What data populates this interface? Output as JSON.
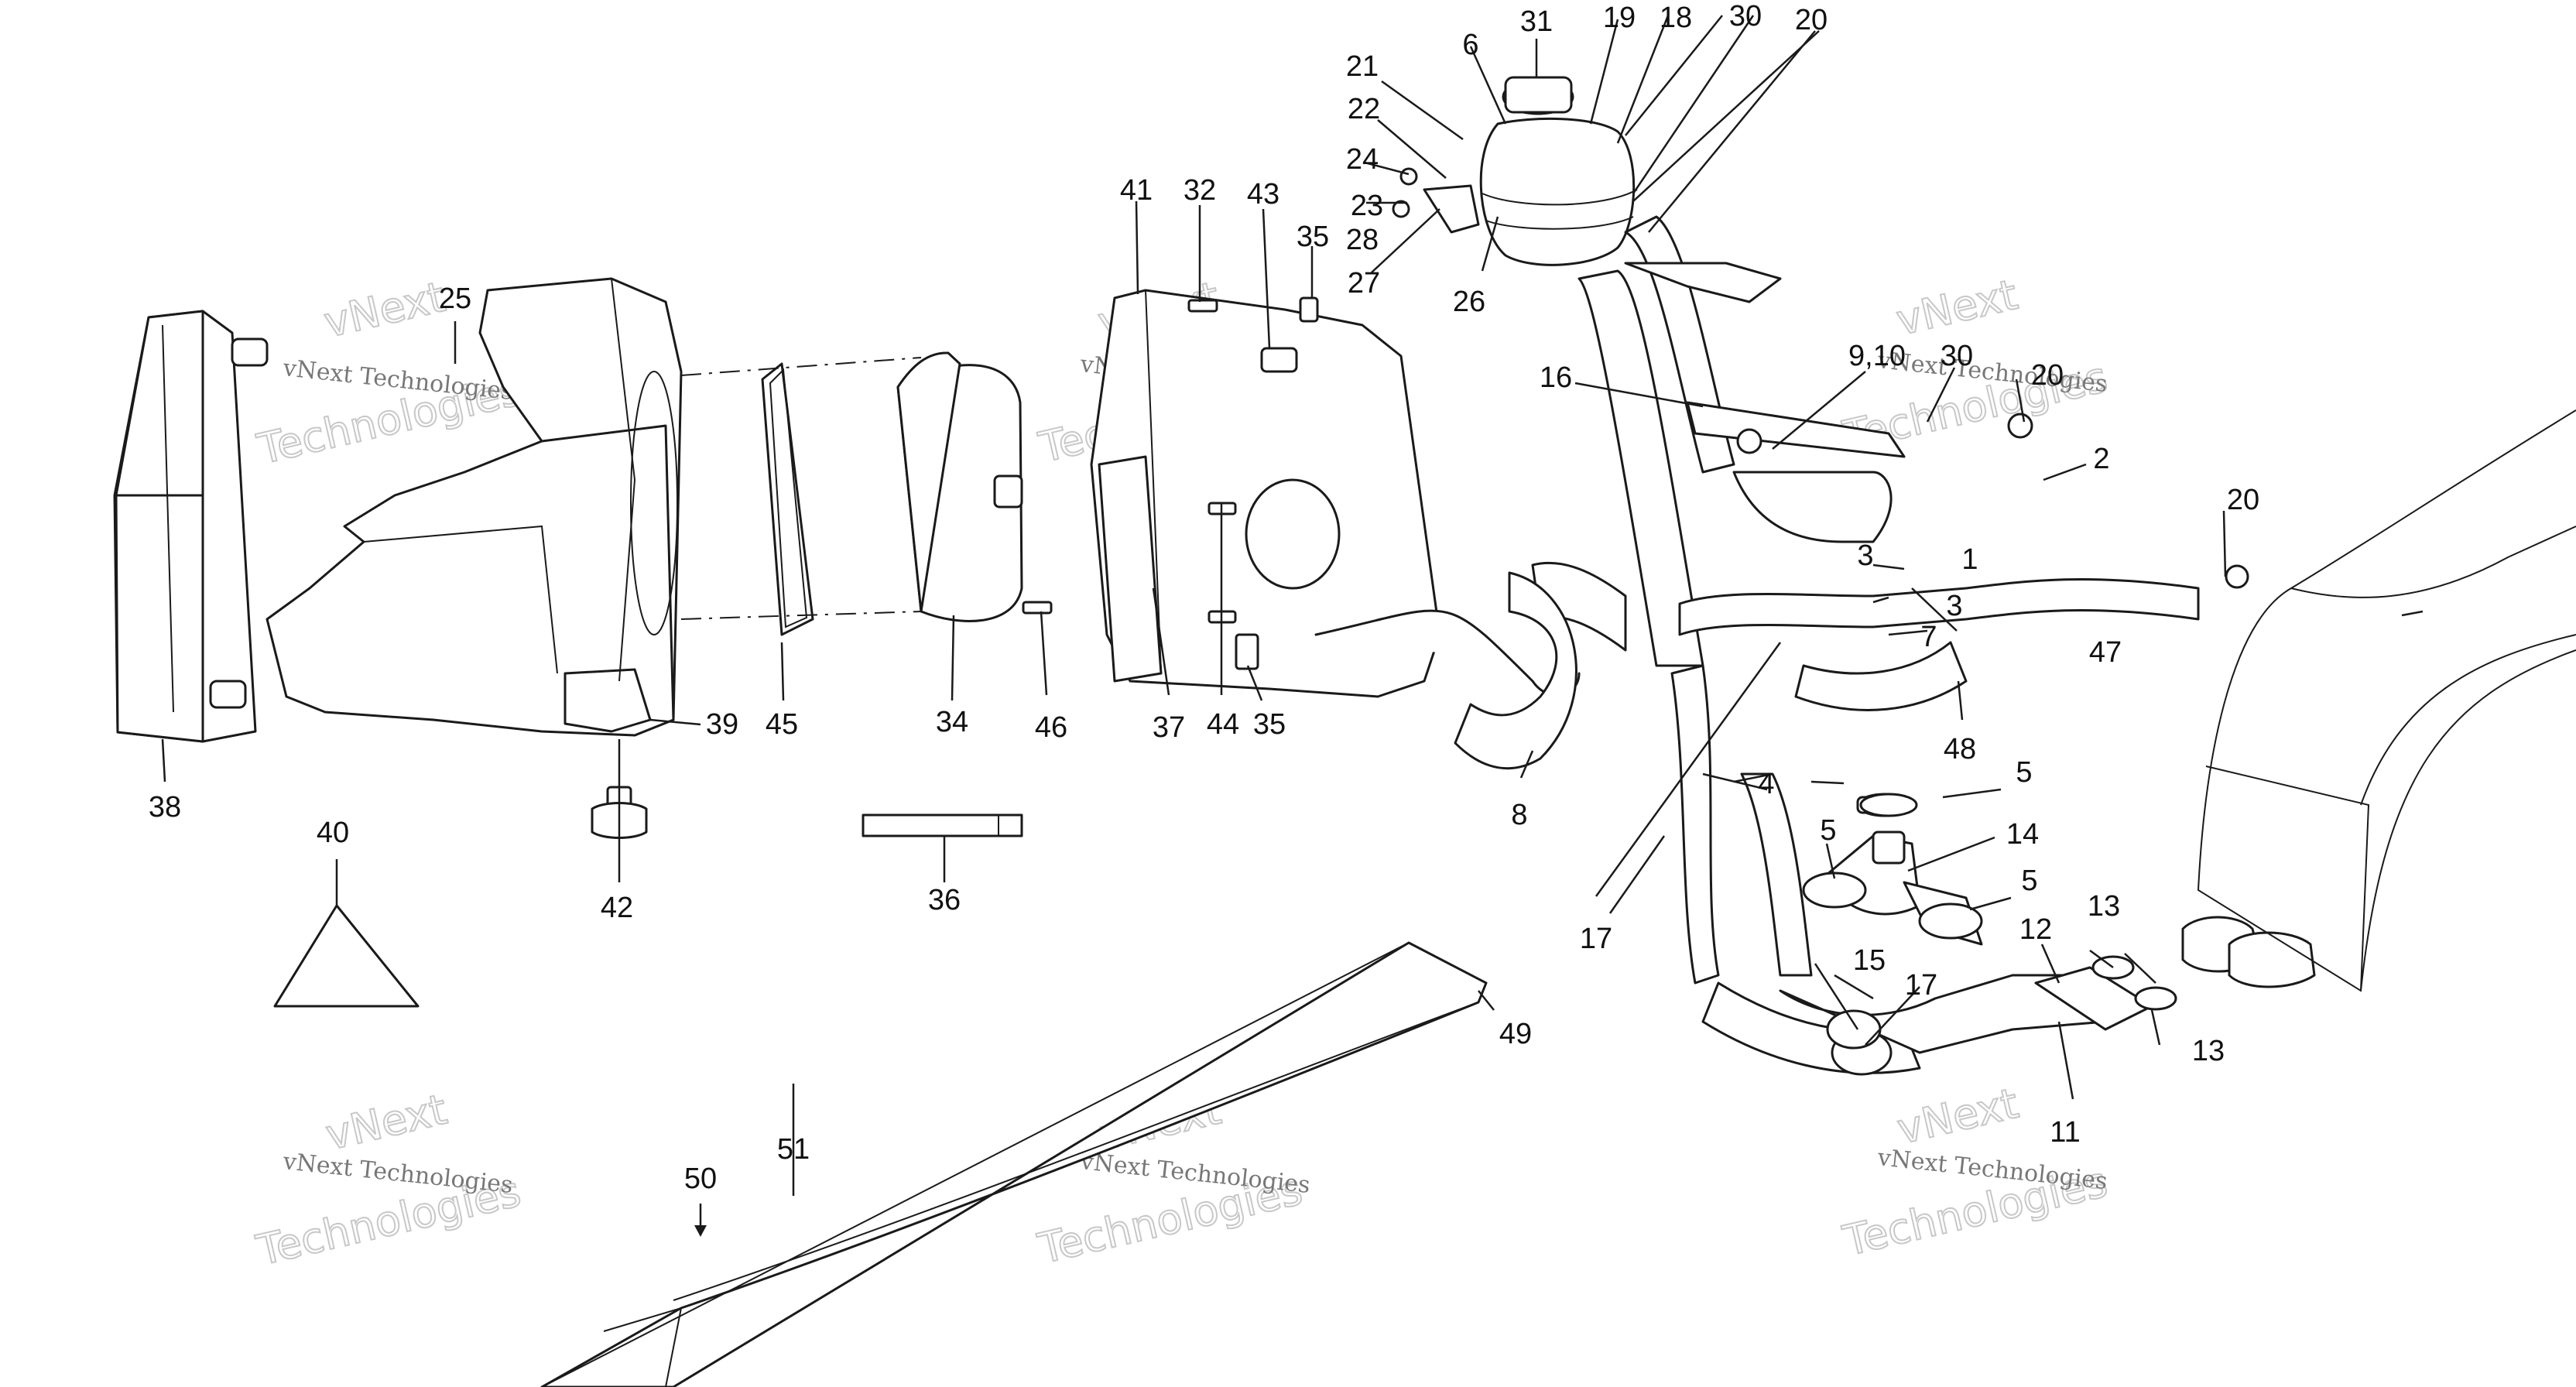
{
  "watermark": {
    "company": "vNext Technologies",
    "word1": "vNext",
    "word2": "Technologies"
  },
  "callouts": [
    "1",
    "2",
    "3",
    "3",
    "4",
    "5",
    "5",
    "5",
    "6",
    "7",
    "8",
    "9,10",
    "11",
    "12",
    "13",
    "13",
    "14",
    "15",
    "16",
    "17",
    "17",
    "18",
    "19",
    "20",
    "20",
    "20",
    "21",
    "22",
    "23",
    "24",
    "25",
    "26",
    "27",
    "28",
    "30",
    "30",
    "31",
    "32",
    "34",
    "35",
    "35",
    "36",
    "37",
    "38",
    "39",
    "40",
    "41",
    "42",
    "43",
    "44",
    "45",
    "46",
    "47",
    "48",
    "49",
    "50",
    "51"
  ]
}
